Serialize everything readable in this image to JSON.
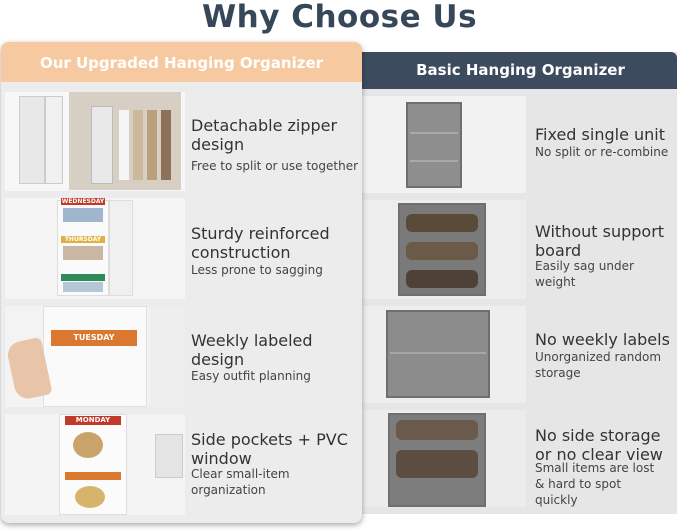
{
  "title": "Why Choose Us",
  "upgraded": {
    "header": "Our Upgraded Hanging Organizer",
    "features": [
      {
        "title": "Detachable zipper design",
        "sub": "Free to split or use together"
      },
      {
        "title": "Sturdy reinforced construction",
        "sub": "Less prone to sagging"
      },
      {
        "title": "Weekly labeled design",
        "sub": "Easy outfit planning"
      },
      {
        "title": "Side pockets + PVC window",
        "sub": "Clear small-item organization"
      }
    ]
  },
  "basic": {
    "header": "Basic Hanging Organizer",
    "features": [
      {
        "title": "Fixed single unit",
        "sub": "No split or re-combine"
      },
      {
        "title": "Without support board",
        "sub": "Easily sag under weight"
      },
      {
        "title": "No weekly labels",
        "sub": "Unorganized random storage"
      },
      {
        "title": "No side storage or no clear view",
        "sub": "Small items are lost & hard to spot quickly"
      }
    ]
  },
  "image_labels": {
    "tuesday": "TUESDAY",
    "monday": "MONDAY",
    "thursday": "THURSDAY",
    "wednesday": "WEDNESDAY"
  },
  "colors": {
    "title": "#37475a",
    "upgraded_header": "#f7c9a0",
    "basic_header": "#3d4b5f",
    "label_orange": "#d9782e",
    "label_red": "#c0392b",
    "label_green": "#2e8b57"
  }
}
